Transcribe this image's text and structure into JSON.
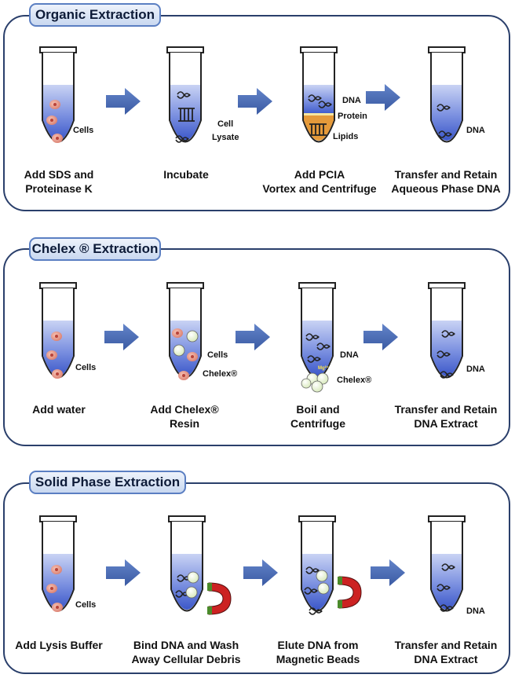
{
  "panels": [
    {
      "title": "Organic Extraction",
      "captions": [
        [
          "Add SDS and",
          "Proteinase K"
        ],
        [
          "Incubate",
          ""
        ],
        [
          "Add PCIA",
          "Vortex and Centrifuge"
        ],
        [
          "Transfer and Retain",
          "Aqueous Phase DNA"
        ]
      ],
      "labels": {
        "cells": "Cells",
        "cell": "Cell",
        "lysate": "Lysate",
        "dna": "DNA",
        "protein": "Protein",
        "lipids": "Lipids",
        "dna2": "DNA"
      }
    },
    {
      "title": "Chelex ® Extraction",
      "captions": [
        [
          "Add water",
          ""
        ],
        [
          "Add Chelex®",
          "Resin"
        ],
        [
          "Boil and",
          "Centrifuge"
        ],
        [
          "Transfer and Retain",
          "DNA Extract"
        ]
      ],
      "labels": {
        "cells": "Cells",
        "cells2": "Cells",
        "chelex": "Chelex®",
        "dna": "DNA",
        "mg": "Mg²⁺",
        "chelex2": "Chelex®",
        "dna2": "DNA"
      }
    },
    {
      "title": "Solid Phase Extraction",
      "captions": [
        [
          "Add Lysis Buffer",
          ""
        ],
        [
          "Bind DNA and Wash",
          "Away Cellular Debris"
        ],
        [
          "Elute DNA from",
          "Magnetic Beads"
        ],
        [
          "Transfer and Retain",
          "DNA Extract"
        ]
      ],
      "labels": {
        "cells": "Cells",
        "dna": "DNA"
      }
    }
  ],
  "colors": {
    "panel_border": "#2a3f6b",
    "liquid_top": "#c9d3f4",
    "liquid_bottom": "#3b57c9",
    "arrow": "#4a6bb5",
    "cell": "#e89a8a",
    "cell_nucleus": "#b8433a",
    "bead": "#eef6d8",
    "organic_phase": "#e59a3a",
    "magnet_red": "#cc2222",
    "magnet_tip": "#4a8a2a"
  },
  "icons": [
    "test-tube-icon",
    "right-arrow-icon",
    "cell-icon",
    "dna-strand-icon",
    "lipid-bilayer-icon",
    "chelex-bead-icon",
    "magnet-icon"
  ]
}
